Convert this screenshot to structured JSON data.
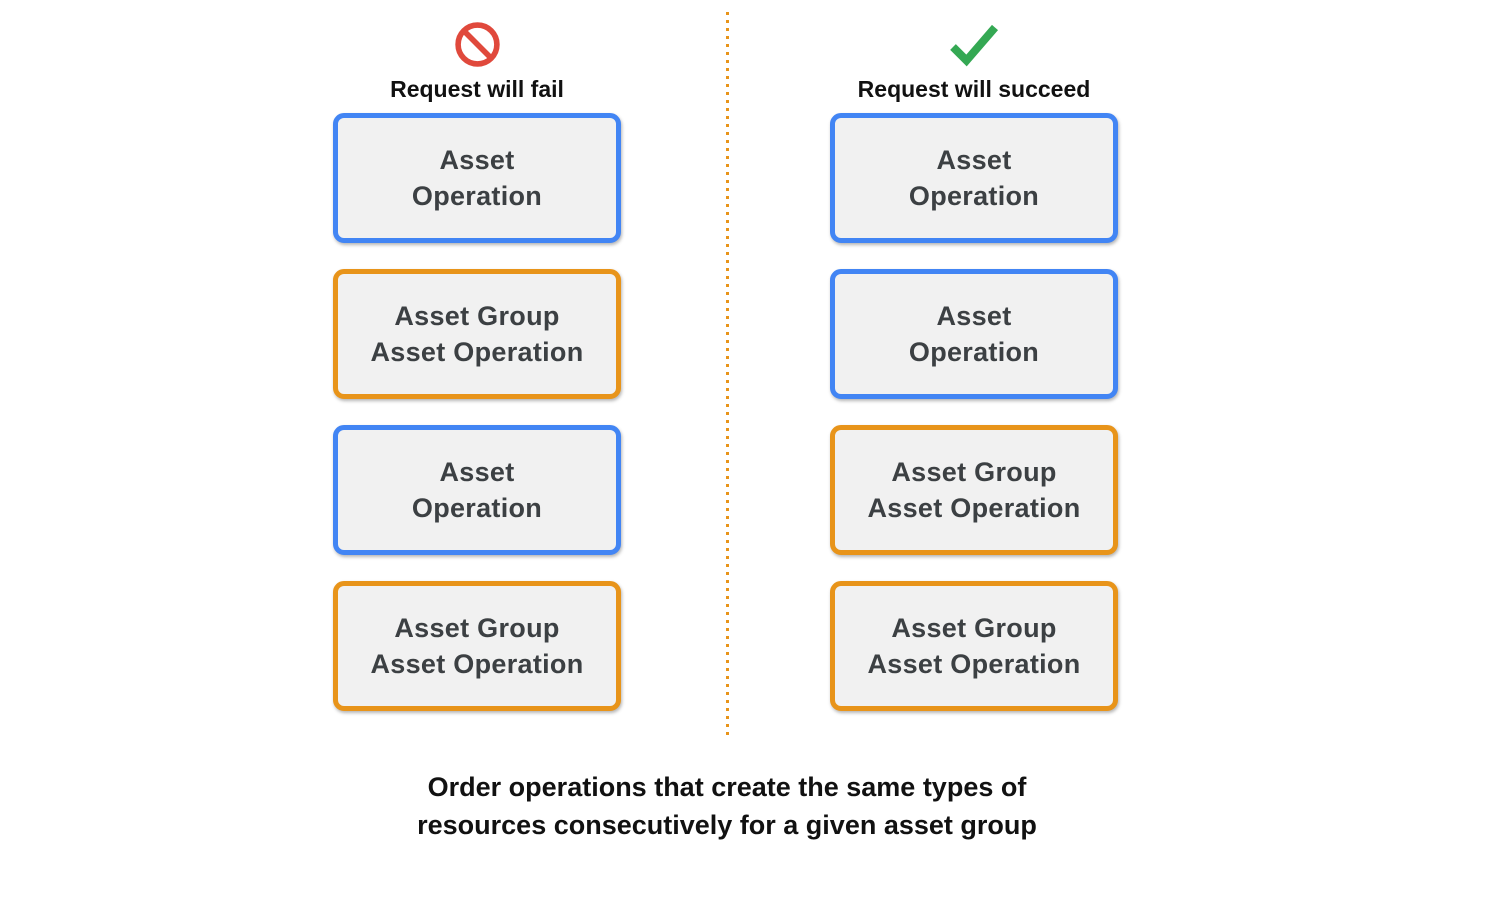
{
  "columns": [
    {
      "id": "fail",
      "icon": "prohibited-icon",
      "title": "Request will fail",
      "boxes": [
        {
          "label": "Asset\nOperation",
          "type": "asset-operation",
          "border_color": "#4285F4"
        },
        {
          "label": "Asset Group\nAsset Operation",
          "type": "asset-group-asset-operation",
          "border_color": "#E8941A"
        },
        {
          "label": "Asset\nOperation",
          "type": "asset-operation",
          "border_color": "#4285F4"
        },
        {
          "label": "Asset Group\nAsset Operation",
          "type": "asset-group-asset-operation",
          "border_color": "#E8941A"
        }
      ]
    },
    {
      "id": "succeed",
      "icon": "checkmark-icon",
      "title": "Request will succeed",
      "boxes": [
        {
          "label": "Asset\nOperation",
          "type": "asset-operation",
          "border_color": "#4285F4"
        },
        {
          "label": "Asset\nOperation",
          "type": "asset-operation",
          "border_color": "#4285F4"
        },
        {
          "label": "Asset Group\nAsset Operation",
          "type": "asset-group-asset-operation",
          "border_color": "#E8941A"
        },
        {
          "label": "Asset Group\nAsset Operation",
          "type": "asset-group-asset-operation",
          "border_color": "#E8941A"
        }
      ]
    }
  ],
  "caption": "Order operations that create the same types of\nresources consecutively for a given asset group",
  "colors": {
    "blue_border": "#4285F4",
    "orange_border": "#E8941A",
    "fail_icon_red": "#E0493C",
    "success_icon_green": "#34A853",
    "box_background": "#F1F1F1",
    "box_text": "#3C4043",
    "heading_text": "#111111",
    "divider_orange": "#E8941A"
  }
}
